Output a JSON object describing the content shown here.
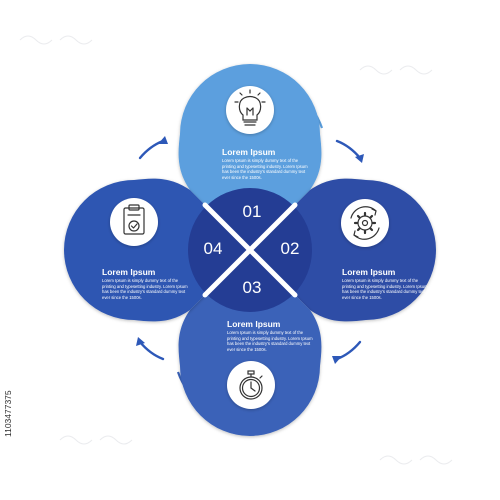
{
  "steps": [
    {
      "number": "01",
      "title": "Lorem Ipsum",
      "text": "Lorem Ipsum is simply dummy text of the printing and typesetting industry. Lorem Ipsum has been the industry's standard dummy text ever since the 1500s.",
      "icon": "lightbulb-icon"
    },
    {
      "number": "02",
      "title": "Lorem Ipsum",
      "text": "Lorem Ipsum is simply dummy text of the printing and typesetting industry. Lorem Ipsum has been the industry's standard dummy text ever since the 1500s.",
      "icon": "gear-cycle-icon"
    },
    {
      "number": "03",
      "title": "Lorem Ipsum",
      "text": "Lorem Ipsum is simply dummy text of the printing and typesetting industry. Lorem Ipsum has been the industry's standard dummy text ever since the 1500s.",
      "icon": "stopwatch-icon"
    },
    {
      "number": "04",
      "title": "Lorem Ipsum",
      "text": "Lorem Ipsum is simply dummy text of the printing and typesetting industry. Lorem Ipsum has been the industry's standard dummy text ever since the 1500s.",
      "icon": "clipboard-check-icon"
    }
  ],
  "watermark": {
    "id": "1103477375"
  },
  "colors": {
    "step1": "#5b9fde",
    "step2": "#2d4ea6",
    "step3": "#3a62b8",
    "step4": "#2f57b2",
    "center": "#243d94",
    "arrow": "#2d58b8"
  }
}
